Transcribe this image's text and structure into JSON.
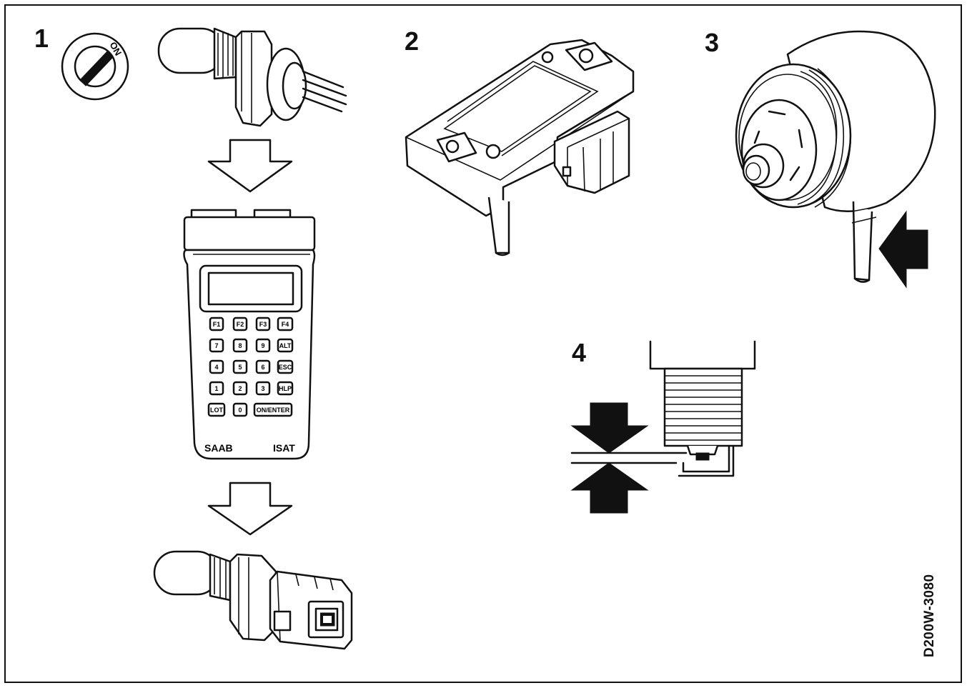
{
  "labels": {
    "step1": "1",
    "step2": "2",
    "step3": "3",
    "step4": "4"
  },
  "ignition_switch": {
    "on_label": "ON"
  },
  "scan_tool": {
    "brand": "SAAB",
    "model": "ISAT",
    "keys_row1": [
      "F1",
      "F2",
      "F3",
      "F4"
    ],
    "keys_row2": [
      "7",
      "8",
      "9",
      "ALT"
    ],
    "keys_row3": [
      "4",
      "5",
      "6",
      "ESC"
    ],
    "keys_row4": [
      "1",
      "2",
      "3",
      "HLP"
    ],
    "keys_row5": [
      "LOT",
      "0",
      "ON/ENTER"
    ]
  },
  "figure_code": "D200W-3080",
  "colors": {
    "line": "#111111",
    "background": "#ffffff"
  }
}
